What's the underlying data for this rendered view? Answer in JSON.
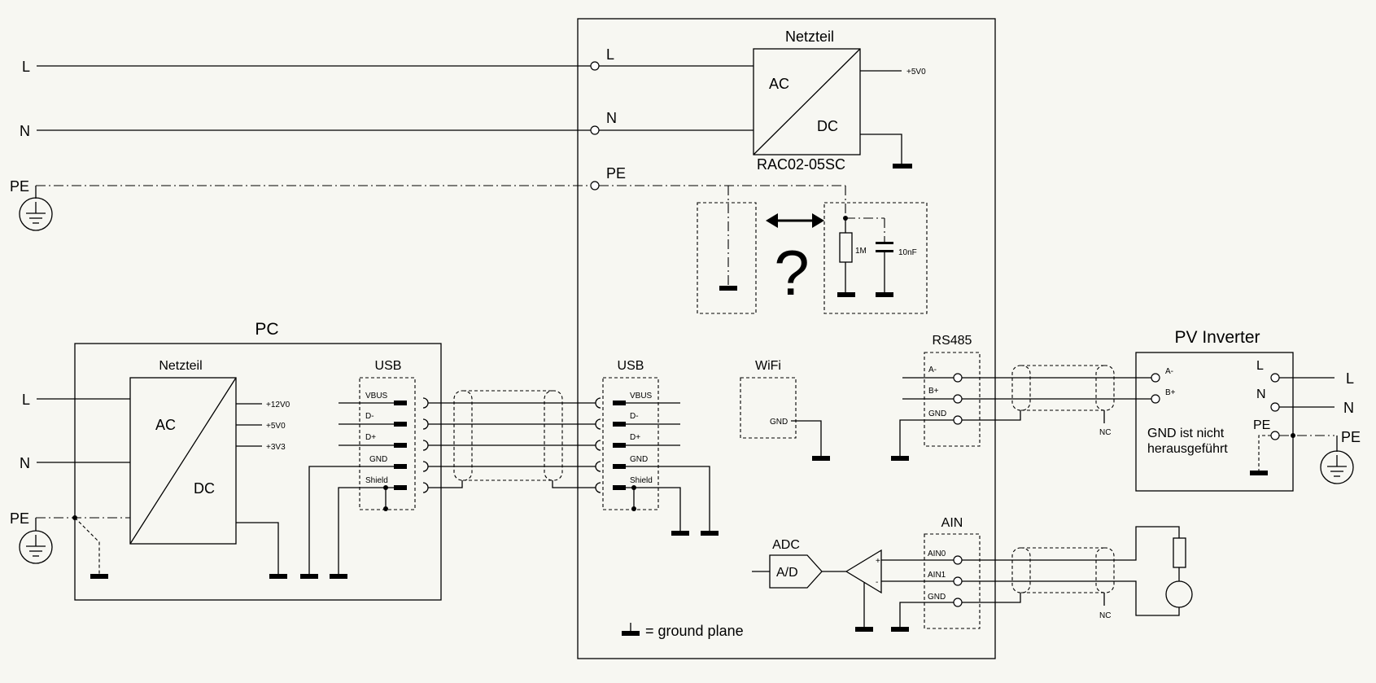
{
  "mains": {
    "l": "L",
    "n": "N",
    "pe": "PE"
  },
  "device": {
    "psu_title": "Netzteil",
    "psu_ac": "AC",
    "psu_dc": "DC",
    "psu_out": "+5V0",
    "psu_part": "RAC02-05SC",
    "term_l": "L",
    "term_n": "N",
    "term_pe": "PE",
    "question": "?",
    "r_label": "1M",
    "c_label": "10nF",
    "usb_title": "USB",
    "usb_pins": [
      "VBUS",
      "D-",
      "D+",
      "GND",
      "Shield"
    ],
    "wifi_title": "WiFi",
    "wifi_gnd": "GND",
    "rs485_title": "RS485",
    "rs485_pins": [
      "A-",
      "B+",
      "GND"
    ],
    "ain_title": "AIN",
    "ain_pins": [
      "AIN0",
      "AIN1",
      "GND"
    ],
    "adc_title": "ADC",
    "adc_label": "A/D",
    "opamp_plus": "+",
    "opamp_minus": "-",
    "legend": "= ground plane"
  },
  "pc": {
    "title": "PC",
    "psu_title": "Netzteil",
    "psu_ac": "AC",
    "psu_dc": "DC",
    "rails": [
      "+12V0",
      "+5V0",
      "+3V3"
    ],
    "usb_title": "USB",
    "usb_pins": [
      "VBUS",
      "D-",
      "D+",
      "GND",
      "Shield"
    ],
    "l": "L",
    "n": "N",
    "pe": "PE"
  },
  "cables": {
    "nc": "NC"
  },
  "inverter": {
    "title": "PV Inverter",
    "pins": [
      "A-",
      "B+"
    ],
    "l": "L",
    "n": "N",
    "pe": "PE",
    "note_line1": "GND ist nicht",
    "note_line2": "herausgeführt",
    "out_l": "L",
    "out_n": "N",
    "out_pe": "PE"
  },
  "colors": {
    "background": "#f7f7f2",
    "ink": "#000000"
  }
}
